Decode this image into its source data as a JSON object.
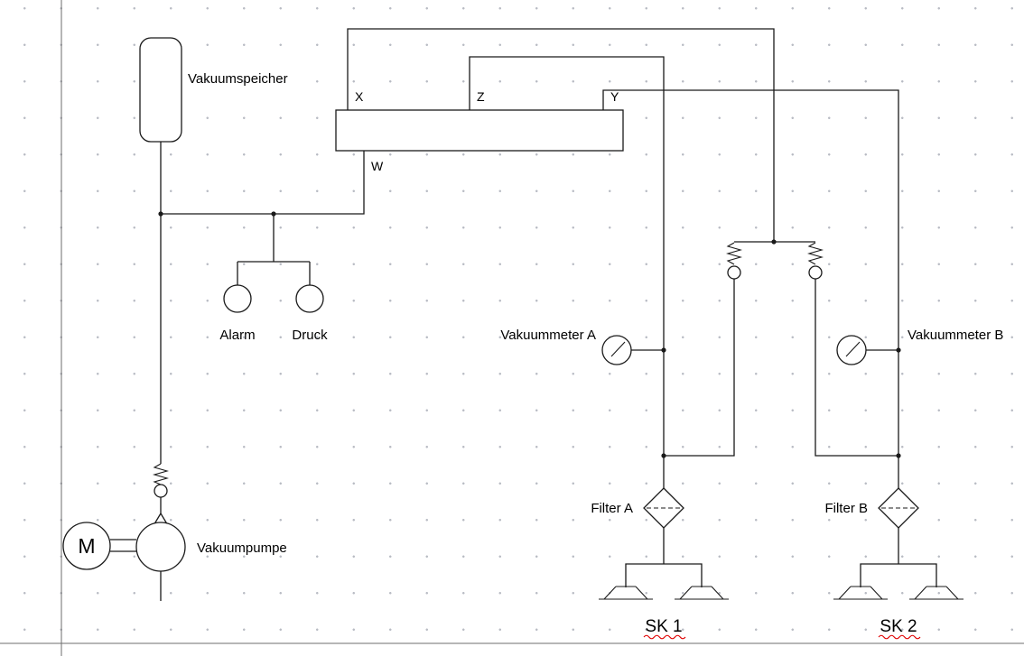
{
  "diagram": {
    "reservoir": {
      "label": "Vakuumspeicher"
    },
    "valve_block": {
      "ports": {
        "x": "X",
        "z": "Z",
        "y": "Y",
        "w": "W"
      }
    },
    "indicators": {
      "alarm": "Alarm",
      "druck": "Druck"
    },
    "gauges": {
      "a": "Vakuummeter A",
      "b": "Vakuummeter B"
    },
    "filters": {
      "a": "Filter A",
      "b": "Filter B"
    },
    "suction_groups": {
      "sk1": "SK 1",
      "sk2": "SK 2"
    },
    "pump": {
      "label": "Vakuumpumpe",
      "motor": "M"
    }
  },
  "colors": {
    "line": "#1a1a1a",
    "background": "#ffffff",
    "grid_dot": "#b9bcc4",
    "page_border": "#6e6e6e",
    "spellcheck_underline": "#e00000"
  }
}
